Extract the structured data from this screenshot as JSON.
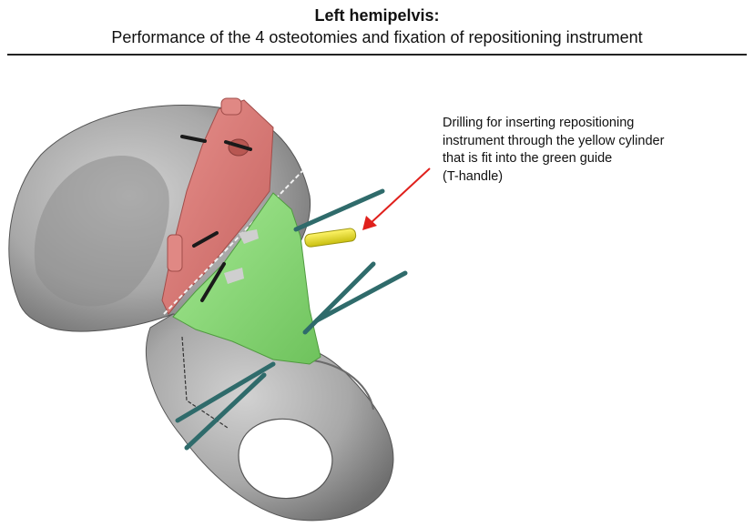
{
  "header": {
    "title": "Left hemipelvis:",
    "subtitle": "Performance of the 4 osteotomies and fixation of repositioning instrument"
  },
  "annotation": {
    "lines": [
      "Drilling for inserting repositioning",
      "instrument through the yellow cylinder",
      "that is fit into the green guide",
      "(T-handle)"
    ],
    "arrow_color": "#e0201c"
  },
  "colors": {
    "bone": "#a9a9a9",
    "red_guide": "#d97a78",
    "green_guide": "#8fdd7c",
    "yellow_cylinder": "#e8de1a",
    "wires": "#2f6b6b"
  }
}
